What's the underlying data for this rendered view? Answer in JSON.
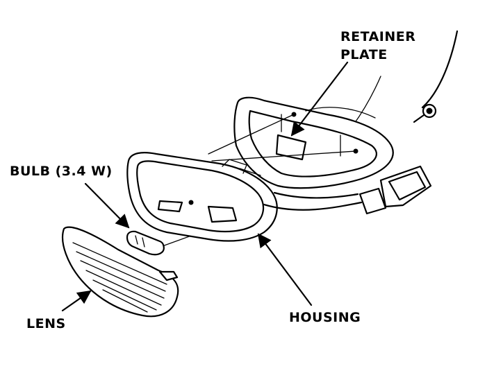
{
  "labels": {
    "retainer_plate_line1": "RETAINER",
    "retainer_plate_line2": "PLATE",
    "bulb": "BULB (3.4 W)",
    "housing": "HOUSING",
    "lens": "LENS"
  },
  "icons": [
    "retainer-plate",
    "housing",
    "bulb",
    "lens",
    "screw",
    "wire-connector",
    "body-panel"
  ],
  "colors": {
    "ink": "#000000",
    "paper": "#ffffff"
  }
}
